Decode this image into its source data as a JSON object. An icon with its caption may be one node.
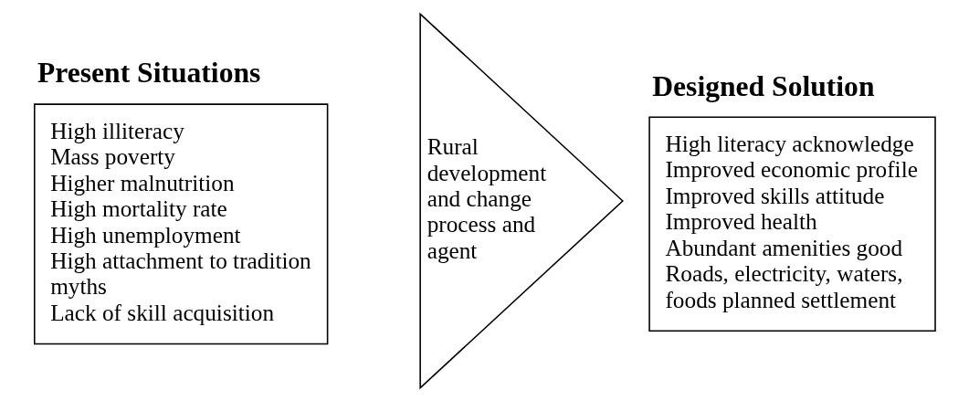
{
  "diagram": {
    "nodes": [
      {
        "text": [
          "Present Situations",
          "High illiteracy",
          "Mass poverty",
          "Higher malnutrition",
          "High mortality rate",
          "High unemployment",
          "High attachment to tradition myths",
          "Lack of skill acquisition"
        ]
      },
      {
        "text": [
          "Rural development and change process and agent"
        ]
      },
      {
        "text": [
          "Designed Solution",
          "High literacy acknowledge",
          "Improved economic profile",
          "Improved skills attitude",
          "Improved health",
          "Abundant amenities good",
          "Roads, electricity, waters, foods planned settlement"
        ]
      }
    ],
    "edges": []
  }
}
